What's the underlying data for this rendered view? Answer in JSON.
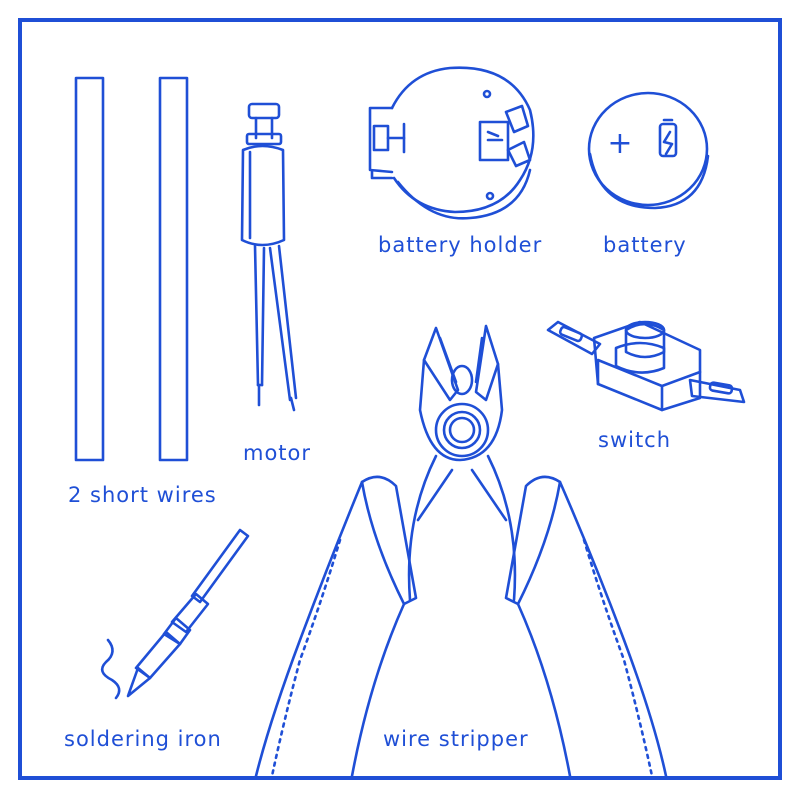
{
  "colors": {
    "line": "#1f4fd6",
    "background": "#ffffff"
  },
  "labels": {
    "short_wires": "2 short wires",
    "motor": "motor",
    "battery_holder": "battery holder",
    "battery": "battery",
    "switch": "switch",
    "soldering_iron": "soldering iron",
    "wire_stripper": "wire stripper"
  },
  "battery_symbol": "+"
}
